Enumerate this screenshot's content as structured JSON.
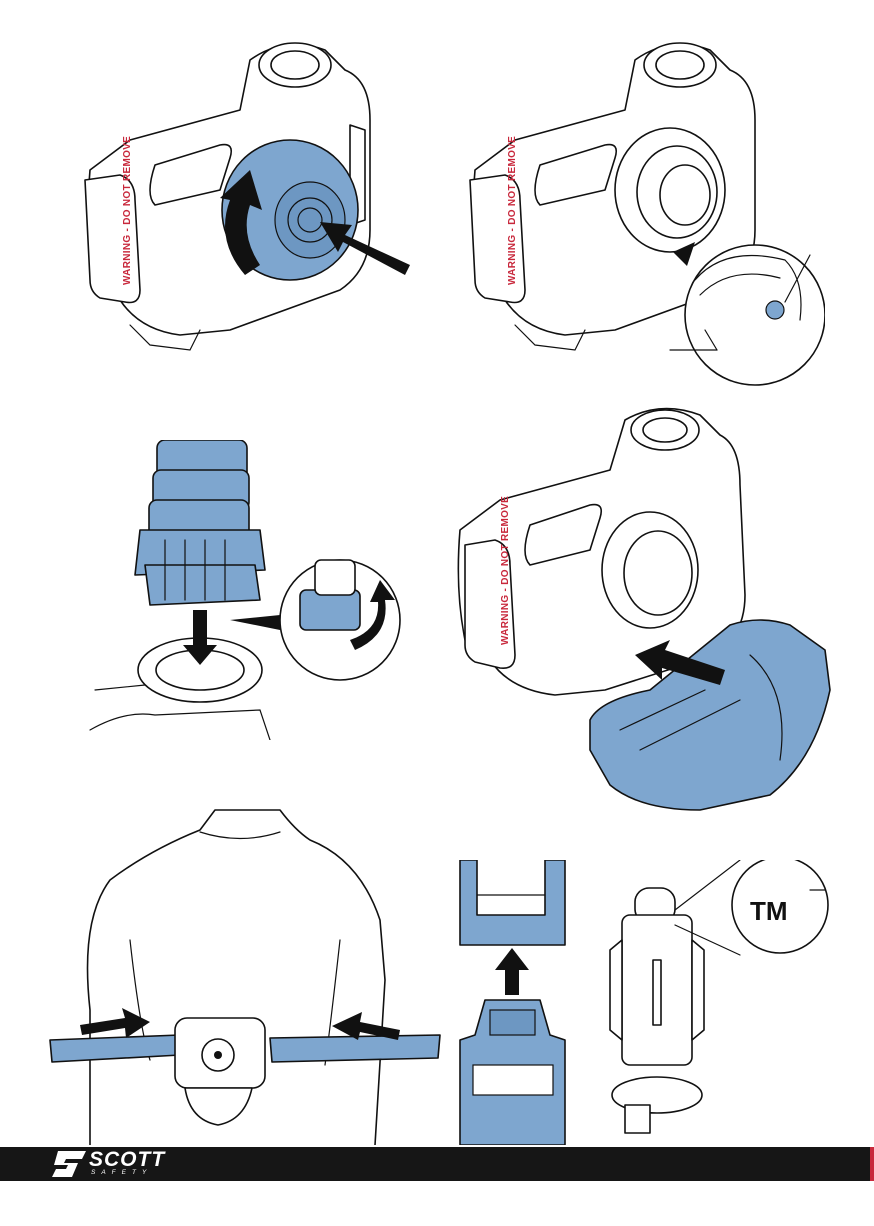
{
  "labels": {
    "warning_text": "WARNING - DO NOT REMOVE",
    "trademark": "TM"
  },
  "brand": {
    "name": "SCOTT",
    "tagline": "SAFETY"
  },
  "colors": {
    "accent_blue": "#7ea6cf",
    "warning_red": "#c8283c",
    "footer_black": "#161616"
  }
}
